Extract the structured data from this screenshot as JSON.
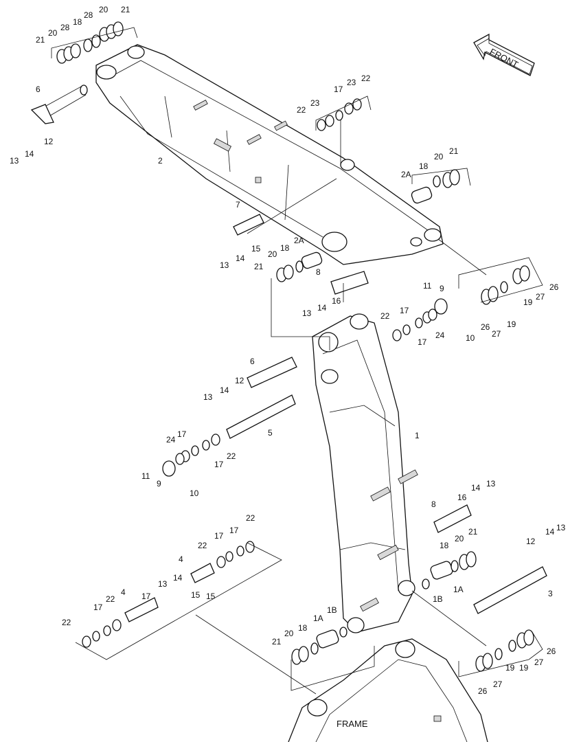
{
  "diagram": {
    "direction_label": "FRONT",
    "frame_label": "FRAME",
    "callouts": [
      {
        "id": "c01",
        "text": "21"
      },
      {
        "id": "c02",
        "text": "20"
      },
      {
        "id": "c03",
        "text": "28"
      },
      {
        "id": "c04",
        "text": "18"
      },
      {
        "id": "c05",
        "text": "28"
      },
      {
        "id": "c06",
        "text": "20"
      },
      {
        "id": "c07",
        "text": "21"
      },
      {
        "id": "c08",
        "text": "6"
      },
      {
        "id": "c09",
        "text": "12"
      },
      {
        "id": "c10",
        "text": "13"
      },
      {
        "id": "c11",
        "text": "14"
      },
      {
        "id": "c12",
        "text": "2"
      },
      {
        "id": "c13",
        "text": "22"
      },
      {
        "id": "c14",
        "text": "23"
      },
      {
        "id": "c15",
        "text": "17"
      },
      {
        "id": "c16",
        "text": "23"
      },
      {
        "id": "c17",
        "text": "22"
      },
      {
        "id": "c18",
        "text": "2A"
      },
      {
        "id": "c19",
        "text": "18"
      },
      {
        "id": "c20",
        "text": "20"
      },
      {
        "id": "c21",
        "text": "21"
      },
      {
        "id": "c22",
        "text": "7"
      },
      {
        "id": "c23",
        "text": "15"
      },
      {
        "id": "c24",
        "text": "13"
      },
      {
        "id": "c25",
        "text": "14"
      },
      {
        "id": "c26",
        "text": "18"
      },
      {
        "id": "c27",
        "text": "2A"
      },
      {
        "id": "c28",
        "text": "20"
      },
      {
        "id": "c29",
        "text": "21"
      },
      {
        "id": "c30",
        "text": "8"
      },
      {
        "id": "c31",
        "text": "16"
      },
      {
        "id": "c32",
        "text": "13"
      },
      {
        "id": "c33",
        "text": "14"
      },
      {
        "id": "c34",
        "text": "26"
      },
      {
        "id": "c35",
        "text": "27"
      },
      {
        "id": "c36",
        "text": "19"
      },
      {
        "id": "c37",
        "text": "26"
      },
      {
        "id": "c38",
        "text": "27"
      },
      {
        "id": "c39",
        "text": "19"
      },
      {
        "id": "c40",
        "text": "11"
      },
      {
        "id": "c41",
        "text": "9"
      },
      {
        "id": "c42",
        "text": "10"
      },
      {
        "id": "c43",
        "text": "22"
      },
      {
        "id": "c44",
        "text": "17"
      },
      {
        "id": "c45",
        "text": "17"
      },
      {
        "id": "c46",
        "text": "24"
      },
      {
        "id": "c47",
        "text": "6"
      },
      {
        "id": "c48",
        "text": "12"
      },
      {
        "id": "c49",
        "text": "13"
      },
      {
        "id": "c50",
        "text": "14"
      },
      {
        "id": "c51",
        "text": "5"
      },
      {
        "id": "c52",
        "text": "1"
      },
      {
        "id": "c53",
        "text": "24"
      },
      {
        "id": "c54",
        "text": "17"
      },
      {
        "id": "c55",
        "text": "17"
      },
      {
        "id": "c56",
        "text": "22"
      },
      {
        "id": "c57",
        "text": "11"
      },
      {
        "id": "c58",
        "text": "9"
      },
      {
        "id": "c59",
        "text": "10"
      },
      {
        "id": "c60",
        "text": "22"
      },
      {
        "id": "c61",
        "text": "17"
      },
      {
        "id": "c62",
        "text": "17"
      },
      {
        "id": "c63",
        "text": "22"
      },
      {
        "id": "c64",
        "text": "4"
      },
      {
        "id": "c65",
        "text": "14"
      },
      {
        "id": "c66",
        "text": "15"
      },
      {
        "id": "c67",
        "text": "13"
      },
      {
        "id": "c68",
        "text": "15"
      },
      {
        "id": "c69",
        "text": "4"
      },
      {
        "id": "c70",
        "text": "22"
      },
      {
        "id": "c71",
        "text": "17"
      },
      {
        "id": "c72",
        "text": "17"
      },
      {
        "id": "c73",
        "text": "22"
      },
      {
        "id": "c74",
        "text": "8"
      },
      {
        "id": "c75",
        "text": "16"
      },
      {
        "id": "c76",
        "text": "14"
      },
      {
        "id": "c77",
        "text": "13"
      },
      {
        "id": "c78",
        "text": "18"
      },
      {
        "id": "c79",
        "text": "20"
      },
      {
        "id": "c80",
        "text": "21"
      },
      {
        "id": "c81",
        "text": "1A"
      },
      {
        "id": "c82",
        "text": "1B"
      },
      {
        "id": "c83",
        "text": "12"
      },
      {
        "id": "c84",
        "text": "14"
      },
      {
        "id": "c85",
        "text": "13"
      },
      {
        "id": "c86",
        "text": "3"
      },
      {
        "id": "c87",
        "text": "21"
      },
      {
        "id": "c88",
        "text": "20"
      },
      {
        "id": "c89",
        "text": "18"
      },
      {
        "id": "c90",
        "text": "1A"
      },
      {
        "id": "c91",
        "text": "1B"
      },
      {
        "id": "c92",
        "text": "26"
      },
      {
        "id": "c93",
        "text": "27"
      },
      {
        "id": "c94",
        "text": "19"
      },
      {
        "id": "c95",
        "text": "26"
      },
      {
        "id": "c96",
        "text": "27"
      },
      {
        "id": "c97",
        "text": "19"
      }
    ]
  }
}
